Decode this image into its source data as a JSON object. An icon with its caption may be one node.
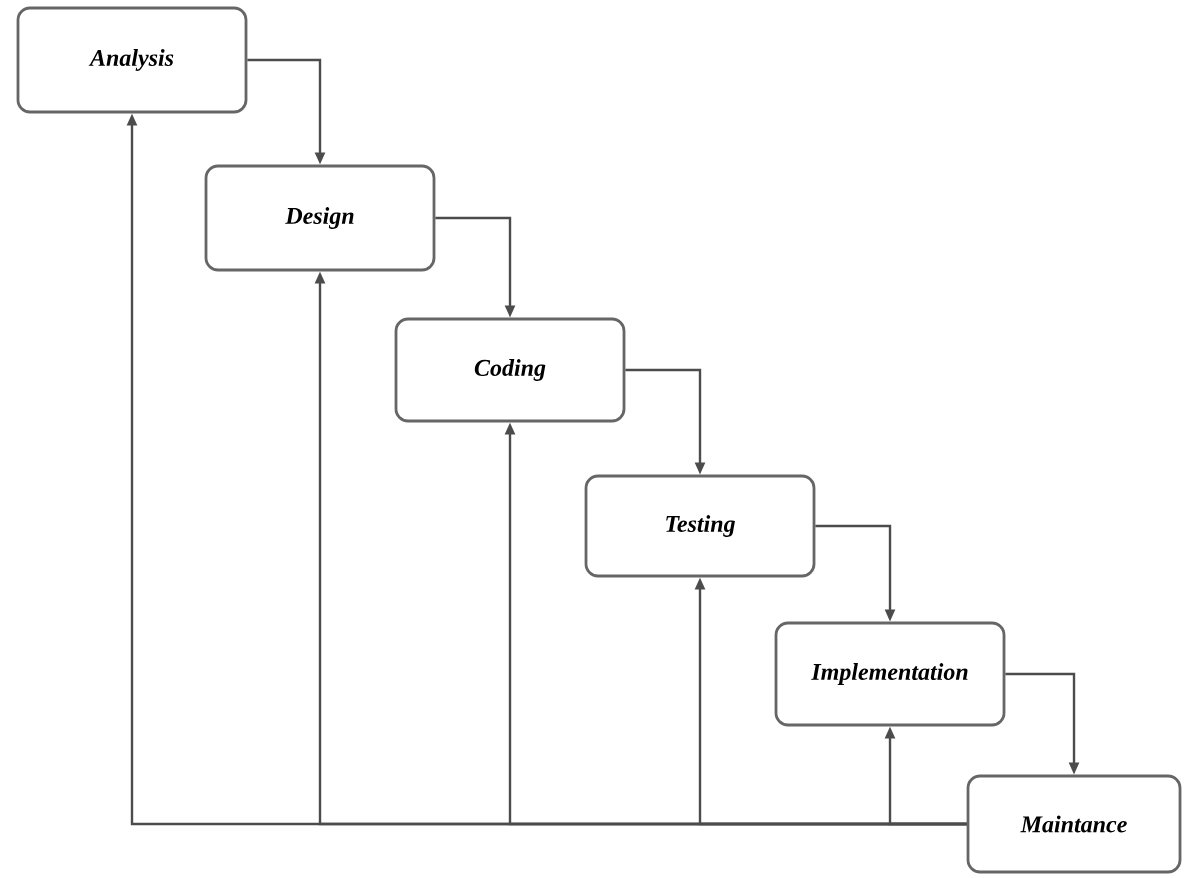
{
  "diagram": {
    "nodes": [
      {
        "text": [
          "Analysis"
        ]
      },
      {
        "text": [
          "Design"
        ]
      },
      {
        "text": [
          "Coding"
        ]
      },
      {
        "text": [
          "Testing"
        ]
      },
      {
        "text": [
          "Implementation"
        ]
      },
      {
        "text": [
          "Maintance"
        ]
      }
    ],
    "edges": [
      {
        "from": 0,
        "to": 1,
        "arrow": "to"
      },
      {
        "from": 1,
        "to": 2,
        "arrow": "to"
      },
      {
        "from": 2,
        "to": 3,
        "arrow": "to"
      },
      {
        "from": 3,
        "to": 4,
        "arrow": "to"
      },
      {
        "from": 4,
        "to": 5,
        "arrow": "to"
      },
      {
        "from": 5,
        "to": 0,
        "arrow": "to"
      },
      {
        "from": 5,
        "to": 1,
        "arrow": "to"
      },
      {
        "from": 5,
        "to": 2,
        "arrow": "to"
      },
      {
        "from": 5,
        "to": 3,
        "arrow": "to"
      },
      {
        "from": 5,
        "to": 4,
        "arrow": "to"
      }
    ]
  }
}
